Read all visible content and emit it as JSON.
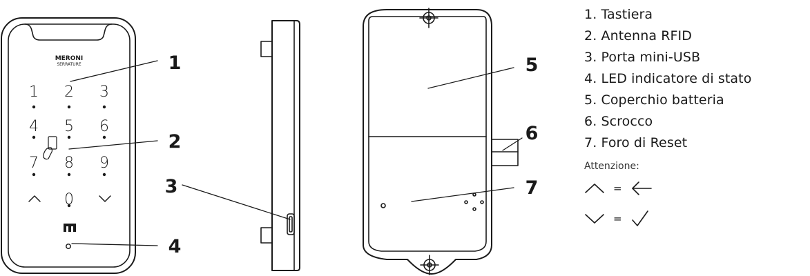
{
  "keypad": {
    "brand": "MERONI",
    "brand_sub": "SERRATURE",
    "keys": [
      "1",
      "2",
      "3",
      "4",
      "5",
      "6",
      "7",
      "8",
      "9",
      "0"
    ],
    "up_symbol": "up-chevron-icon",
    "down_symbol": "down-chevron-icon",
    "logo": "meroni-m-logo"
  },
  "callouts": [
    "1",
    "2",
    "3",
    "4",
    "5",
    "6",
    "7"
  ],
  "legend": {
    "items": [
      "1. Tastiera",
      "2. Antenna RFID",
      "3. Porta mini-USB",
      "4. LED indicatore di stato",
      "5. Coperchio batteria",
      "6. Scrocco",
      "7. Foro di Reset"
    ],
    "note_label": "Attenzione:",
    "equivalences": [
      {
        "from_icon": "up-chevron-icon",
        "equals": "=",
        "to_icon": "left-arrow-icon"
      },
      {
        "from_icon": "down-chevron-icon",
        "equals": "=",
        "to_icon": "checkmark-icon"
      }
    ]
  },
  "colors": {
    "line": "#1a1a1a",
    "bg": "#ffffff"
  }
}
